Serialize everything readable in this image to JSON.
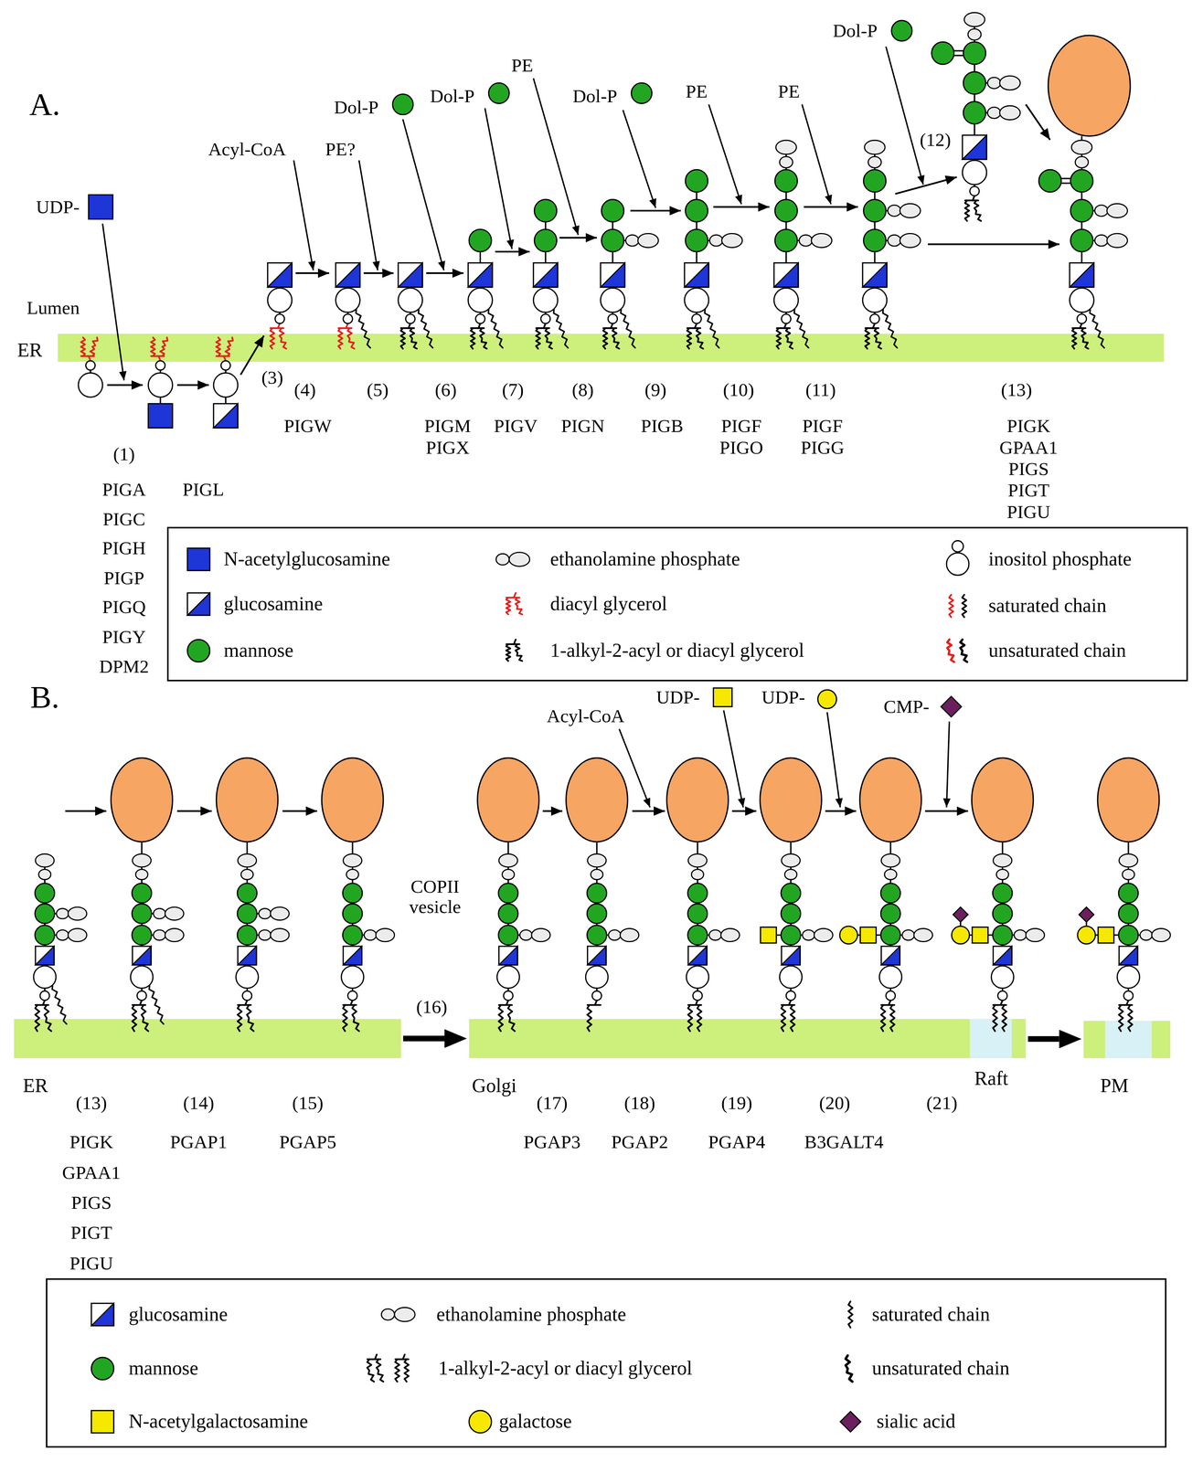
{
  "diagram": {
    "nodes": [
      {
        "text": [
          "ER"
        ]
      },
      {
        "text": [
          "ER"
        ]
      },
      {
        "text": [
          "Golgi"
        ]
      },
      {
        "text": [
          "Raft"
        ],
        "in": 2
      },
      {
        "text": [
          "PM"
        ]
      }
    ],
    "edges": [
      {
        "from": 1,
        "to": 2,
        "arrow": "to",
        "label": "COPII vesicle"
      },
      {
        "from": 2,
        "to": 4,
        "arrow": "to"
      }
    ],
    "labels": [
      "A.",
      "UDP-",
      "Lumen",
      "Acyl-CoA",
      "PE?",
      "Dol-P",
      "Dol-P",
      "PE",
      "Dol-P",
      "PE",
      "PE",
      "Dol-P",
      "(12)",
      "(3)",
      "(1)",
      "PIGA",
      "PIGC",
      "PIGH",
      "PIGP",
      "PIGQ",
      "PIGY",
      "DPM2",
      "PIGL",
      "(4)",
      "PIGW",
      "(5)",
      "(6)",
      "PIGM",
      "PIGX",
      "(7)",
      "PIGV",
      "(8)",
      "PIGN",
      "(9)",
      "PIGB",
      "(10)",
      "PIGF",
      "PIGO",
      "(11)",
      "PIGF",
      "PIGG",
      "(13)",
      "PIGK",
      "GPAA1",
      "PIGS",
      "PIGT",
      "PIGU",
      "B.",
      "Acyl-CoA",
      "UDP-",
      "UDP-",
      "CMP-",
      "(16)",
      "(13)",
      "PIGK",
      "GPAA1",
      "PIGS",
      "PIGT",
      "PIGU",
      "(14)",
      "PGAP1",
      "(15)",
      "PGAP5",
      "(17)",
      "PGAP3",
      "(18)",
      "PGAP2",
      "(19)",
      "PGAP4",
      "(20)",
      "B3GALT4",
      "(21)"
    ],
    "legend": [
      {
        "text": "N-acetylglucosamine",
        "color": "#1e35d8"
      },
      {
        "text": "ethanolamine phosphate"
      },
      {
        "text": "inositol phosphate"
      },
      {
        "text": "glucosamine"
      },
      {
        "text": "diacyl glycerol"
      },
      {
        "text": "saturated chain"
      },
      {
        "text": "mannose",
        "color": "#22a622"
      },
      {
        "text": "1-alkyl-2-acyl or diacyl glycerol"
      },
      {
        "text": "unsaturated chain"
      },
      {
        "text": "glucosamine"
      },
      {
        "text": "ethanolamine phosphate"
      },
      {
        "text": "saturated chain"
      },
      {
        "text": "mannose",
        "color": "#22a622"
      },
      {
        "text": "1-alkyl-2-acyl or diacyl glycerol"
      },
      {
        "text": "unsaturated chain"
      },
      {
        "text": "N-acetylgalactosamine",
        "color": "#f6e800"
      },
      {
        "text": "galactose",
        "color": "#f6e800"
      },
      {
        "text": "sialic acid",
        "color": "#6b1f5e"
      }
    ]
  }
}
